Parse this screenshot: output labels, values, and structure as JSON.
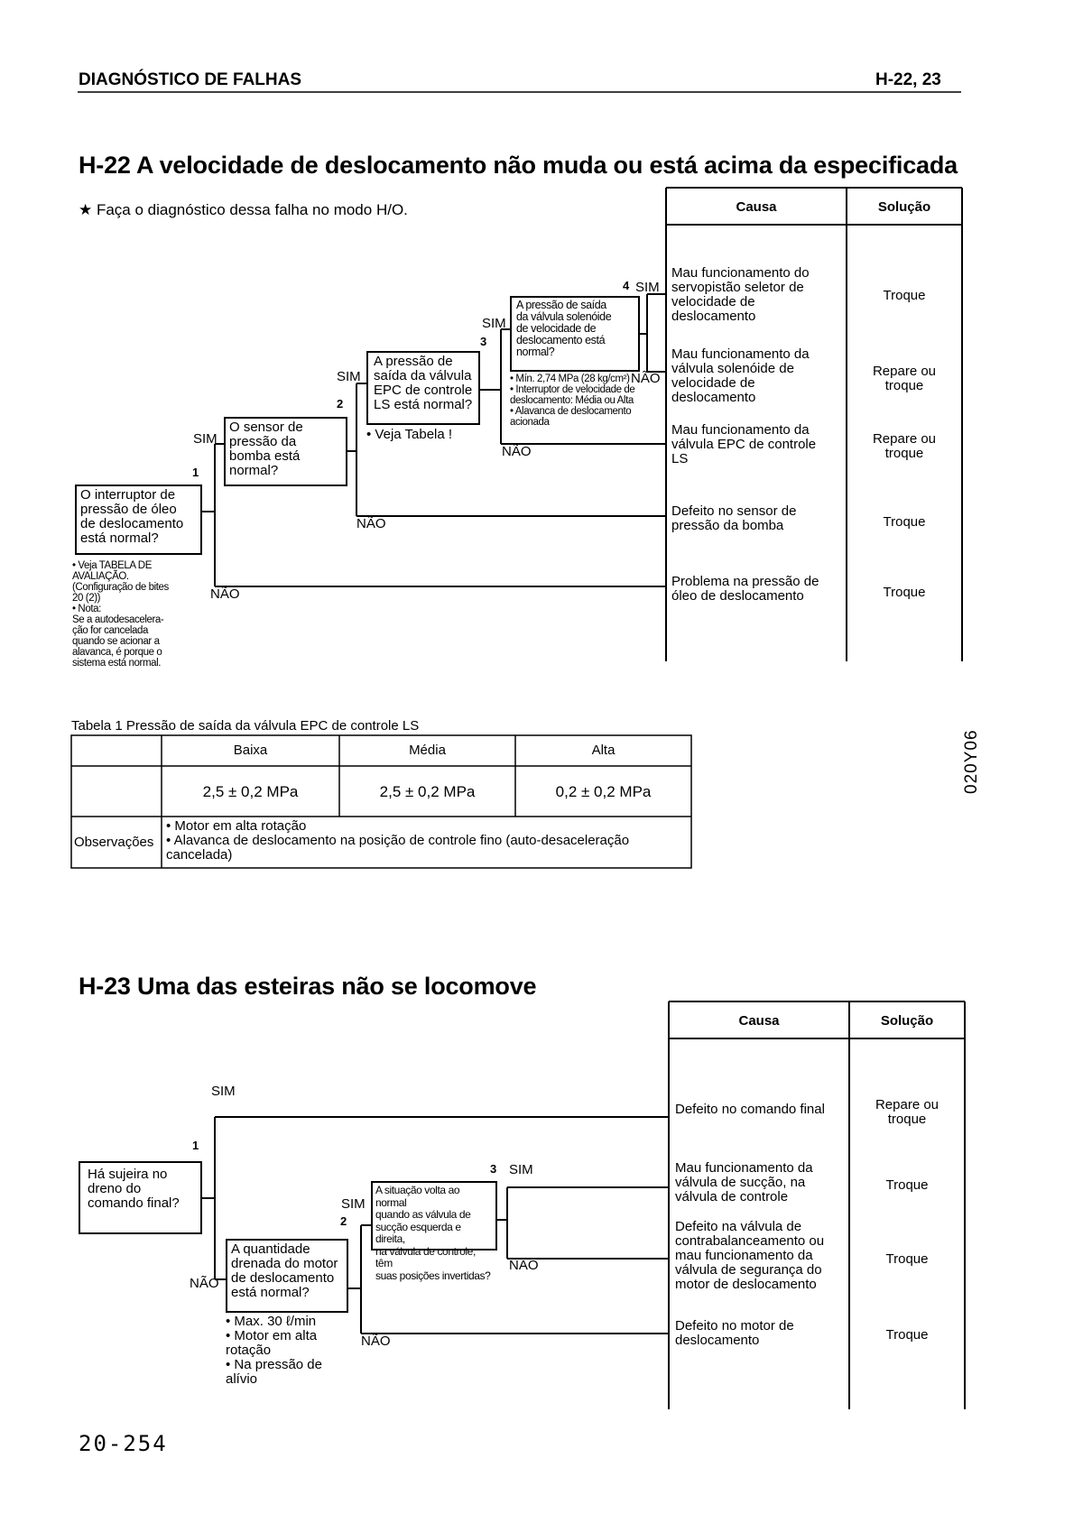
{
  "header": {
    "section": "DIAGNÓSTICO DE FALHAS",
    "codes": "H-22, 23"
  },
  "h22": {
    "title": "H-22  A velocidade de deslocamento não muda ou está acima da especificada",
    "note": "★  Faça o diagnóstico dessa falha no modo H/O.",
    "cause_header": "Causa",
    "solution_header": "Solução",
    "q1": {
      "number": "1",
      "text": "O interruptor de\npressão de óleo\nde deslocamento\nestá normal?",
      "notes": "• Veja TABELA DE\n  AVALIAÇÃO.\n  (Configuração de bites\n  20 (2))\n• Nota:\n  Se a autodesacelera-\n  ção for cancelada\n  quando se acionar a\n  alavanca, é porque o\n  sistema está normal."
    },
    "q2": {
      "number": "2",
      "text": "O sensor de\npressão da\nbomba está\nnormal?"
    },
    "q3": {
      "number": "3",
      "text": "A pressão de\nsaída da válvula\nEPC de controle\nLS está normal?",
      "notes": "• Veja Tabela !"
    },
    "q4": {
      "number": "4",
      "text": "A pressão de saída\nda válvula solenóide\nde velocidade de\ndeslocamento está\nnormal?",
      "notes": "• Mín. 2,74 MPa (28 kg/cm²)\n• Interruptor de velocidade de\n  deslocamento: Média ou Alta\n• Alavanca de deslocamento\n  acionada"
    },
    "labels": {
      "sim1": "SIM",
      "sim2": "SIM",
      "sim3": "SIM",
      "sim4": "SIM",
      "nao1": "NÃO",
      "nao2": "NÃO",
      "nao3": "NÃO",
      "nao4": "NÃO"
    },
    "rows": [
      {
        "cause": "Mau funcionamento do\nservopistão seletor de\nvelocidade de\ndeslocamento",
        "solution": "Troque"
      },
      {
        "cause": "Mau funcionamento da\nválvula solenóide de\nvelocidade de\ndeslocamento",
        "solution": "Repare ou\ntroque"
      },
      {
        "cause": "Mau funcionamento da\nválvula EPC de controle\nLS",
        "solution": "Repare ou\ntroque"
      },
      {
        "cause": "Defeito no sensor de\npressão da bomba",
        "solution": "Troque"
      },
      {
        "cause": "Problema na pressão de\nóleo de deslocamento",
        "solution": "Troque"
      }
    ]
  },
  "table1": {
    "caption": "Tabela 1  Pressão de saída da válvula EPC de controle LS",
    "columns": [
      "",
      "Baixa",
      "Média",
      "Alta"
    ],
    "values_row": [
      "",
      "2,5 ± 0,2 MPa",
      "2,5 ± 0,2 MPa",
      "0,2 ± 0,2 MPa"
    ],
    "obs_label": "Observações",
    "obs_text": "• Motor em alta rotação\n• Alavanca de deslocamento na posição de controle fino (auto-desaceleração\n  cancelada)"
  },
  "side_code": "020Y06",
  "h23": {
    "title": "H-23  Uma das esteiras não se locomove",
    "cause_header": "Causa",
    "solution_header": "Solução",
    "q1": {
      "number": "1",
      "text": "Há sujeira no\ndreno do\ncomando final?"
    },
    "q2": {
      "number": "2",
      "text": "A quantidade\ndrenada do motor\nde deslocamento\nestá normal?",
      "notes": "• Max. 30 ℓ/min\n• Motor em alta\n  rotação\n• Na pressão de\n  alívio"
    },
    "q3": {
      "number": "3",
      "text": "A situação volta ao normal\nquando as válvula de\nsucção esquerda e direita,\nna válvula de controle, têm\nsuas posições invertidas?"
    },
    "labels": {
      "sim1": "SIM",
      "sim2": "SIM",
      "sim3": "SIM",
      "nao1": "NÃO",
      "nao2": "NÃO",
      "nao3": "NÃO"
    },
    "rows": [
      {
        "cause": "Defeito no comando final",
        "solution": "Repare ou\ntroque"
      },
      {
        "cause": "Mau funcionamento da\nválvula de sucção, na\nválvula de controle",
        "solution": "Troque"
      },
      {
        "cause": "Defeito na válvula de\ncontrabalanceamento ou\nmau funcionamento da\nválvula de segurança  do\nmotor de deslocamento",
        "solution": "Troque"
      },
      {
        "cause": "Defeito no motor de\ndeslocamento",
        "solution": "Troque"
      }
    ]
  },
  "page_number": "20-254"
}
